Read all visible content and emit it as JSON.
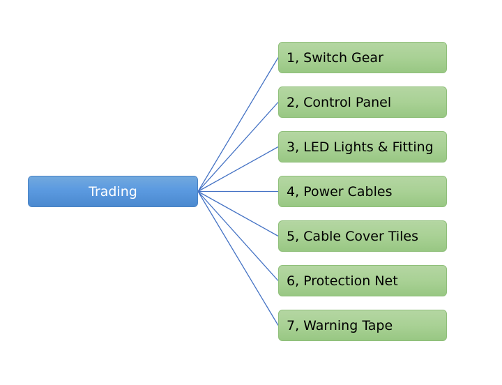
{
  "diagram": {
    "root": {
      "label": "Trading",
      "color": "#5b9bd5"
    },
    "leaf_color": "#a9d18e",
    "connector_color": "#4472c4",
    "children": [
      {
        "label": "1, Switch Gear"
      },
      {
        "label": "2, Control Panel"
      },
      {
        "label": "3, LED Lights & Fitting"
      },
      {
        "label": "4, Power Cables"
      },
      {
        "label": "5, Cable Cover Tiles"
      },
      {
        "label": "6, Protection Net"
      },
      {
        "label": "7, Warning Tape"
      }
    ]
  }
}
